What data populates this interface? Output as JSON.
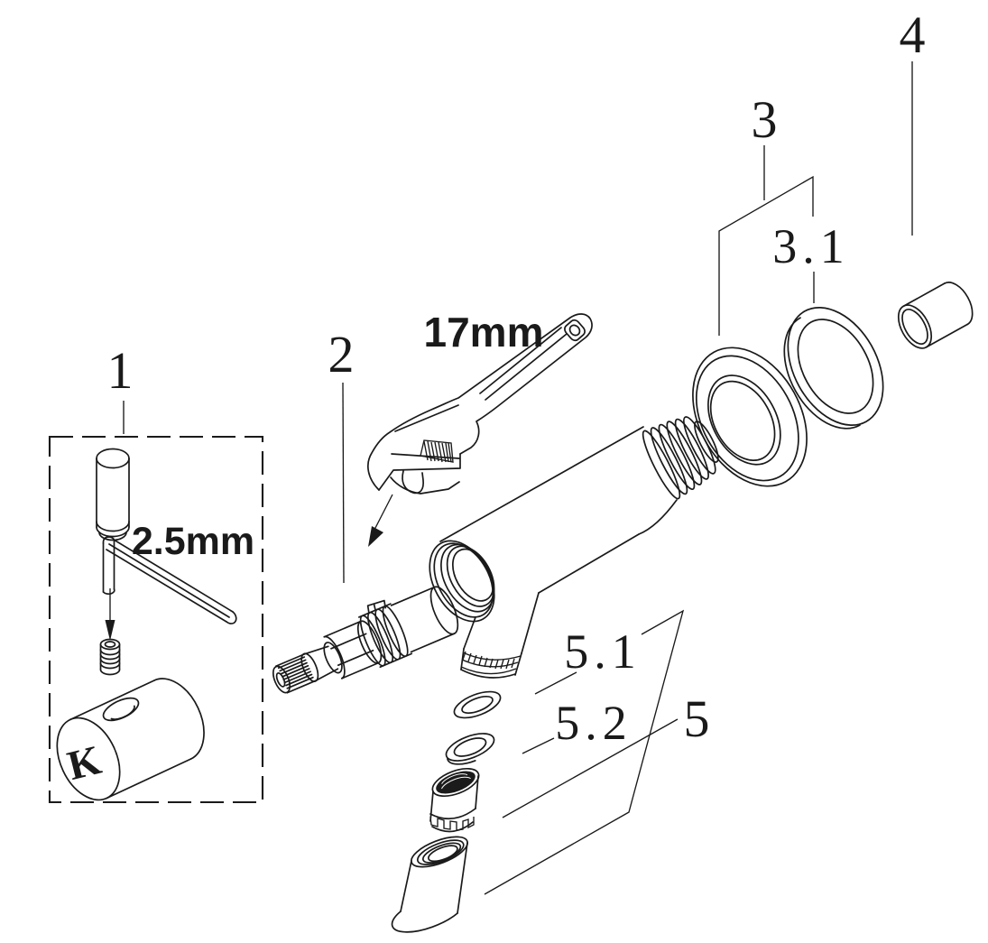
{
  "figure": {
    "type": "exploded-parts-diagram",
    "background": "#ffffff",
    "line_color": "#1a1a1a",
    "callouts": [
      {
        "id": "1",
        "label": "1"
      },
      {
        "id": "2",
        "label": "2"
      },
      {
        "id": "3",
        "label": "3"
      },
      {
        "id": "3.1",
        "label": "3.1"
      },
      {
        "id": "4",
        "label": "4"
      },
      {
        "id": "5",
        "label": "5"
      },
      {
        "id": "5.1",
        "label": "5.1"
      },
      {
        "id": "5.2",
        "label": "5.2"
      }
    ],
    "annotations": {
      "wrench_size": "17mm",
      "hex_key_size": "2.5mm",
      "knob_marking": "K"
    }
  }
}
